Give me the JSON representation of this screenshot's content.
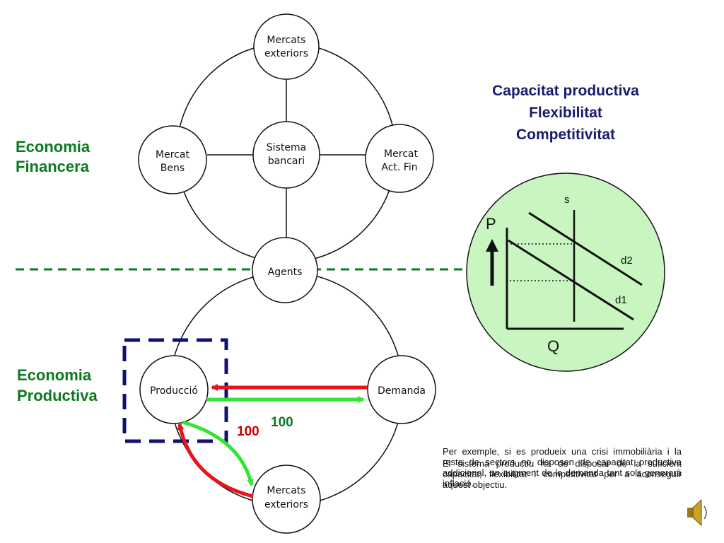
{
  "nodes": {
    "mercats_exteriors_top": [
      "Mercats",
      "exteriors"
    ],
    "mercat_bens": [
      "Mercat",
      "Bens"
    ],
    "sistema_bancari": [
      "Sistema",
      "bancari"
    ],
    "mercat_act_fin": [
      "Mercat",
      "Act. Fin"
    ],
    "agents": "Agents",
    "produccio": "Producció",
    "demanda": "Demanda",
    "mercats_exteriors_bottom": [
      "Mercats",
      "exteriors"
    ]
  },
  "titles": {
    "economia_financera": [
      "Economia",
      "Financera"
    ],
    "economia_productiva": [
      "Economia",
      "Productiva"
    ],
    "capacitat": [
      "Capacitat productiva",
      "Flexibilitat",
      "Competitivitat"
    ]
  },
  "flows": {
    "green_value": "100",
    "red_value": "100"
  },
  "supply_demand": {
    "p_label": "P",
    "q_label": "Q",
    "s_label": "s",
    "d1_label": "d1",
    "d2_label": "d2"
  },
  "notes": {
    "text_1": "Per exemple, si es produeix una crisi immobiliària i la resta de sectors no disposen de capacitat productiva addicional, un augment de la demanda tant sols generarà inflació.",
    "text_2": "El sistema productiu ha de disposar de la suficient capacitat, flexibilitat i competitivitat per a aconseguir aquest objectiu."
  },
  "colors": {
    "green": "#0b7a1e",
    "navy": "#1a1a6e",
    "red": "#e8141b",
    "bright_green": "#33e633",
    "light_green_fill": "#c8f5c0"
  }
}
